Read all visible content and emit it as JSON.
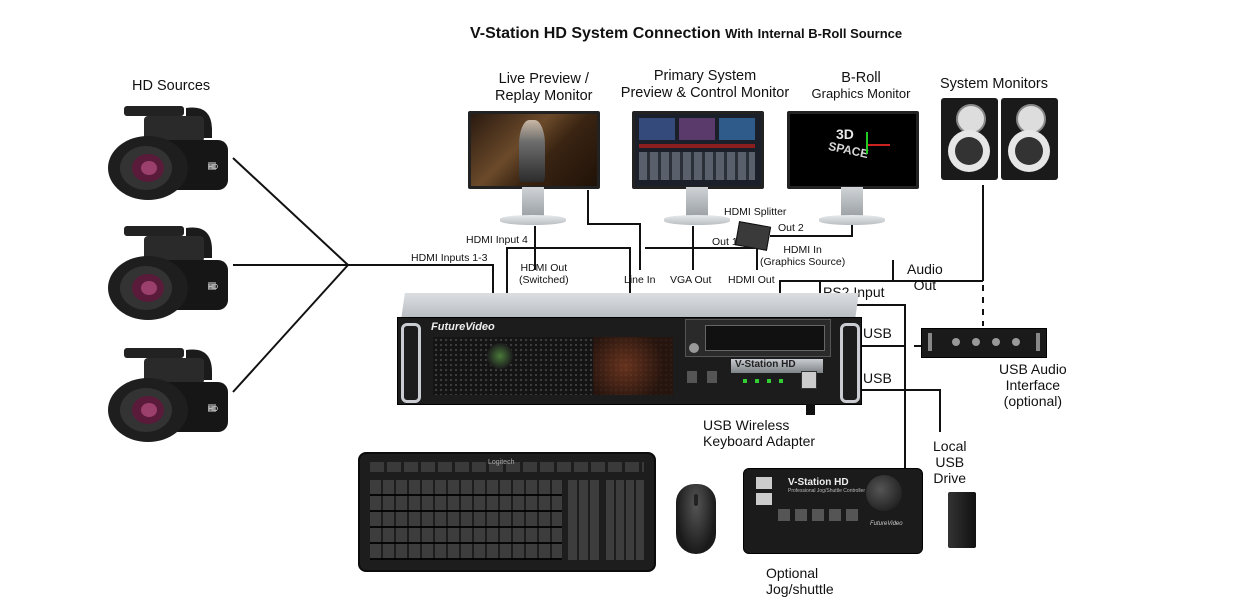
{
  "title": {
    "main": "V-Station HD System Connection",
    "with": "With",
    "source": "Internal B-Roll Sournce"
  },
  "labels": {
    "hd_sources": "HD Sources",
    "live_preview_1": "Live Preview /",
    "live_preview_2": "Replay  Monitor",
    "primary_1": "Primary System",
    "primary_2": "Preview & Control Monitor",
    "broll_1": "B-Roll",
    "broll_2": "Graphics Monitor",
    "system_monitors": "System Monitors",
    "hdmi_input4": "HDMI Input 4",
    "hdmi_inputs13": "HDMI Inputs 1-3",
    "hdmi_out_1": "HDMI Out",
    "hdmi_out_2": "(Switched)",
    "line_in": "Line In",
    "vga_out": "VGA Out",
    "hdmi_out_plain": "HDMI Out",
    "hdmi_splitter": "HDMI Splitter",
    "out1": "Out 1",
    "out2": "Out 2",
    "hdmi_in_1": "HDMI In",
    "hdmi_in_2": "(Graphics Source)",
    "audio_out_1": "Audio",
    "audio_out_2": "Out",
    "ps2_input": "PS2 Input",
    "usb_1": "USB",
    "usb_2": "USB",
    "usb_audio_1": "USB Audio",
    "usb_audio_2": "Interface",
    "usb_audio_3": "(optional)",
    "usb_wireless_1": "USB Wireless",
    "usb_wireless_2": "Keyboard Adapter",
    "local_usb_1": "Local",
    "local_usb_2": "USB",
    "local_usb_3": "Drive",
    "jog_1": "Optional",
    "jog_2": "Jog/shuttle"
  },
  "device_text": {
    "brand": "FutureVideo",
    "vstation": "V-Station HD",
    "jog_brand": "V-Station HD",
    "jog_sub": "Professional Jog/Shuttle Controller",
    "jog_logo": "FutureVideo",
    "cam_badge": "HD",
    "space_text_1": "3D",
    "space_text_2": "SPACE",
    "logitech": "Logitech"
  },
  "colors": {
    "wire": "#111111",
    "device_dark": "#1c1c1c",
    "device_silver": "#c9ccd0",
    "speaker_black": "#1a1a1a"
  }
}
